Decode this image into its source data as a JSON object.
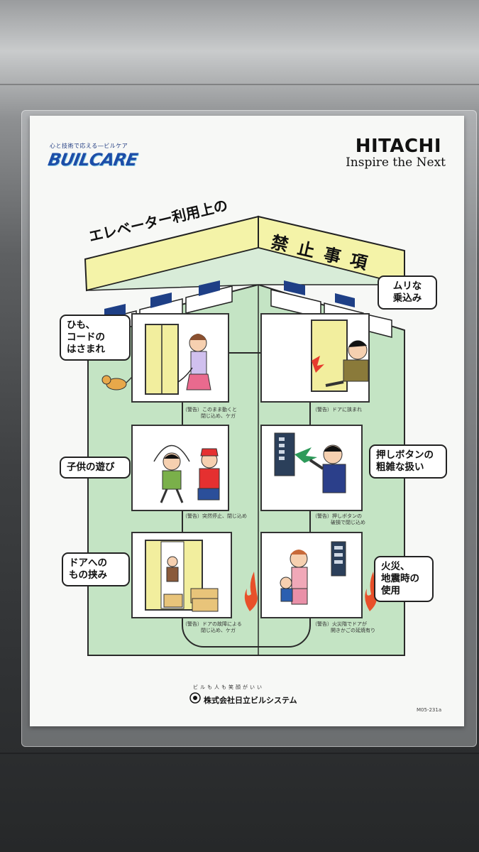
{
  "brand": {
    "buil_tagline": "心と技術で応える―ビルケア",
    "buil_logo": "BUILCARE",
    "maker": "HITACHI",
    "maker_slogan": "Inspire the Next"
  },
  "banner": {
    "left": "エレベーター利用上の",
    "right": "禁止事項"
  },
  "items": [
    {
      "label_lines": [
        "ひも、",
        "コードの",
        "はさまれ"
      ],
      "warning_lines": [
        "（警告）このまま動くと",
        "閉じ込め、ケガ"
      ]
    },
    {
      "label_lines": [
        "ムリな",
        "乗込み"
      ],
      "warning_lines": [
        "（警告）ドアに挟まれ"
      ]
    },
    {
      "label_lines": [
        "子供の遊び"
      ],
      "warning_lines": [
        "（警告）突然停止、閉じ込め"
      ]
    },
    {
      "label_lines": [
        "押しボタンの",
        "粗雑な扱い"
      ],
      "warning_lines": [
        "（警告）押しボタンの",
        "破損で閉じ込め"
      ]
    },
    {
      "label_lines": [
        "ドアへの",
        "もの挟み"
      ],
      "warning_lines": [
        "（警告）ドアの故障による",
        "閉じ込め、ケガ"
      ]
    },
    {
      "label_lines": [
        "火災、",
        "地震時の",
        "使用"
      ],
      "warning_lines": [
        "（警告）火災階でドアが",
        "開きかごの延焼有り"
      ]
    }
  ],
  "footer": {
    "slogan": "ビルも人も笑顔がいい",
    "company": "株式会社日立ビルシステム",
    "code": "M05-231a"
  },
  "colors": {
    "building": "#c4e4c4",
    "banner": "#f4f3a8",
    "accent_blue": "#1d4ea8"
  }
}
